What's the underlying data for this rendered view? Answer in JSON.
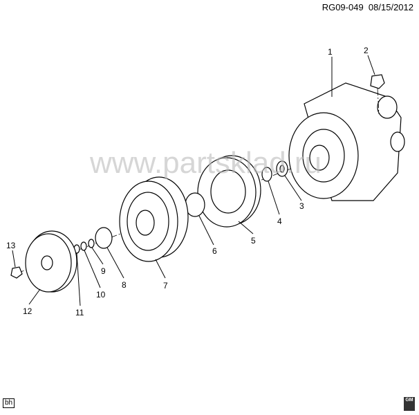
{
  "header": {
    "diagram_id": "RG09-049",
    "date": "08/15/2012"
  },
  "watermark": "www.partsklad.ru",
  "footer": {
    "initials": "bh",
    "logo": "GM"
  },
  "callouts": [
    "1",
    "2",
    "3",
    "4",
    "5",
    "6",
    "7",
    "8",
    "9",
    "10",
    "11",
    "12",
    "13"
  ]
}
